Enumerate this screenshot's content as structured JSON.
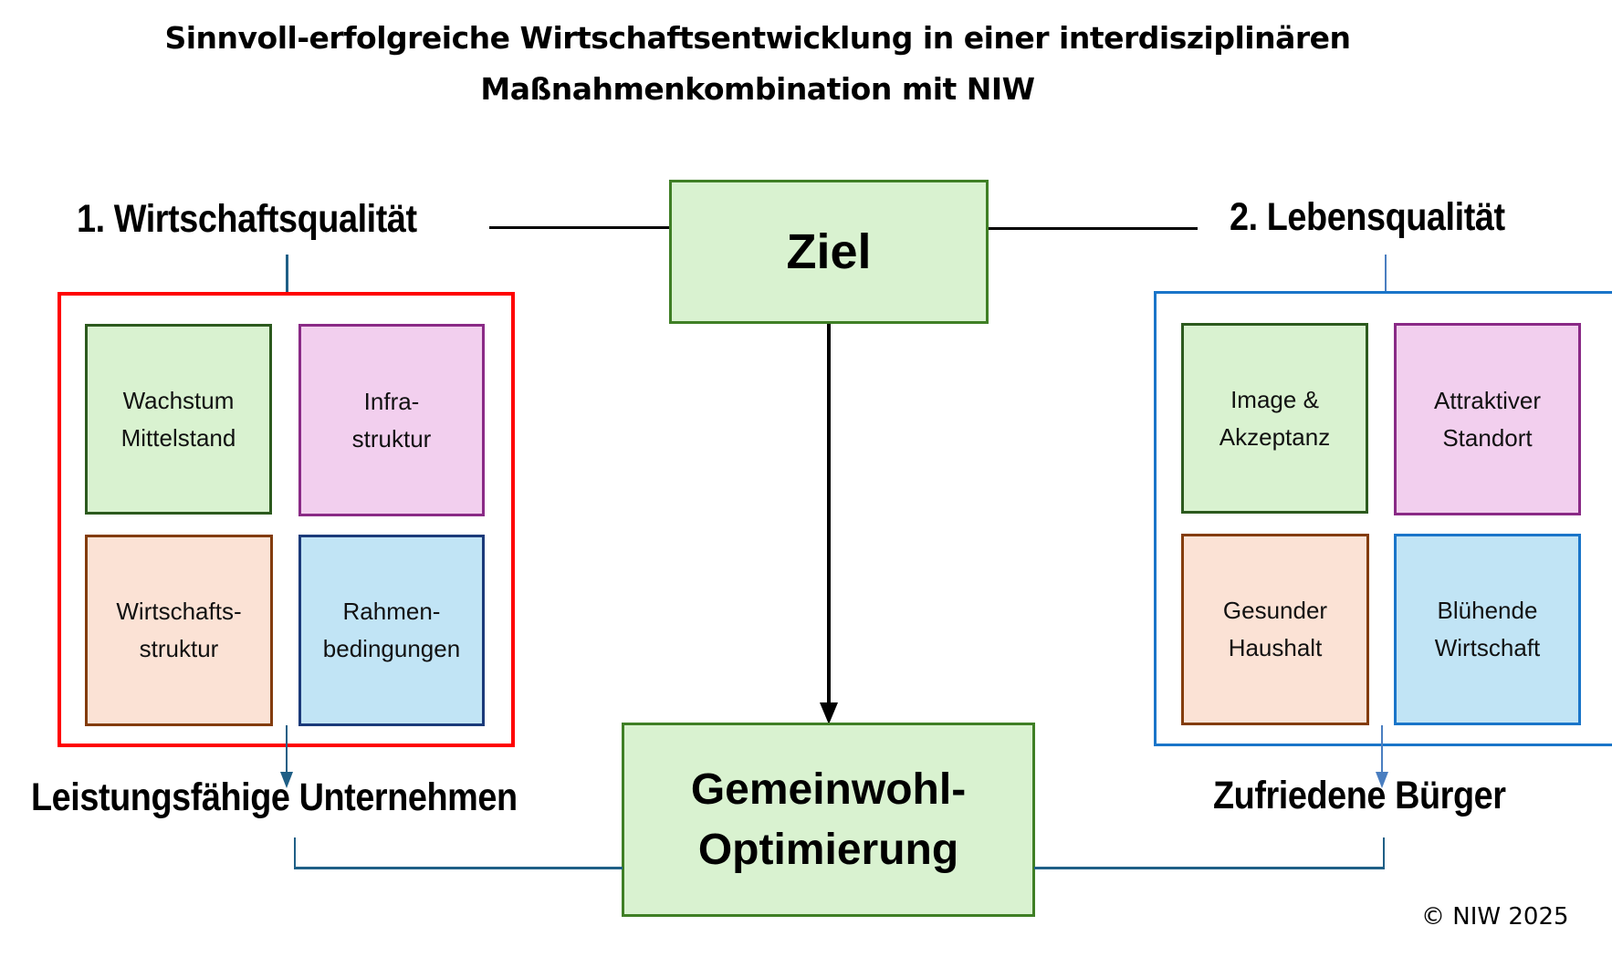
{
  "title": {
    "line1": "Sinnvoll-erfolgreiche Wirtschaftsentwicklung in einer interdisziplinären",
    "line2": "Maßnahmenkombination mit NIW"
  },
  "center": {
    "goal": "Ziel",
    "result": "Gemeinwohl-\nOptimierung"
  },
  "left": {
    "heading": "1. Wirtschaftsqualität",
    "cells": [
      {
        "label": "Wachstum\nMittelstand",
        "color": "green"
      },
      {
        "label": "Infra-\nstruktur",
        "color": "purple"
      },
      {
        "label": "Wirtschafts-\nstruktur",
        "color": "orange"
      },
      {
        "label": "Rahmen-\nbedingungen",
        "color": "blue"
      }
    ],
    "outcome": "Leistungsfähige Unternehmen",
    "border_color": "#ff0000"
  },
  "right": {
    "heading": "2. Lebensqualität",
    "cells": [
      {
        "label": "Image &\nAkzeptanz",
        "color": "green"
      },
      {
        "label": "Attraktiver\nStandort",
        "color": "purple"
      },
      {
        "label": "Gesunder\nHaushalt",
        "color": "orange"
      },
      {
        "label": "Blühende\nWirtschaft",
        "color": "blue"
      }
    ],
    "outcome": "Zufriedene Bürger",
    "border_color": "#1a75c9"
  },
  "footer": {
    "copyright": "© NIW 2025"
  }
}
